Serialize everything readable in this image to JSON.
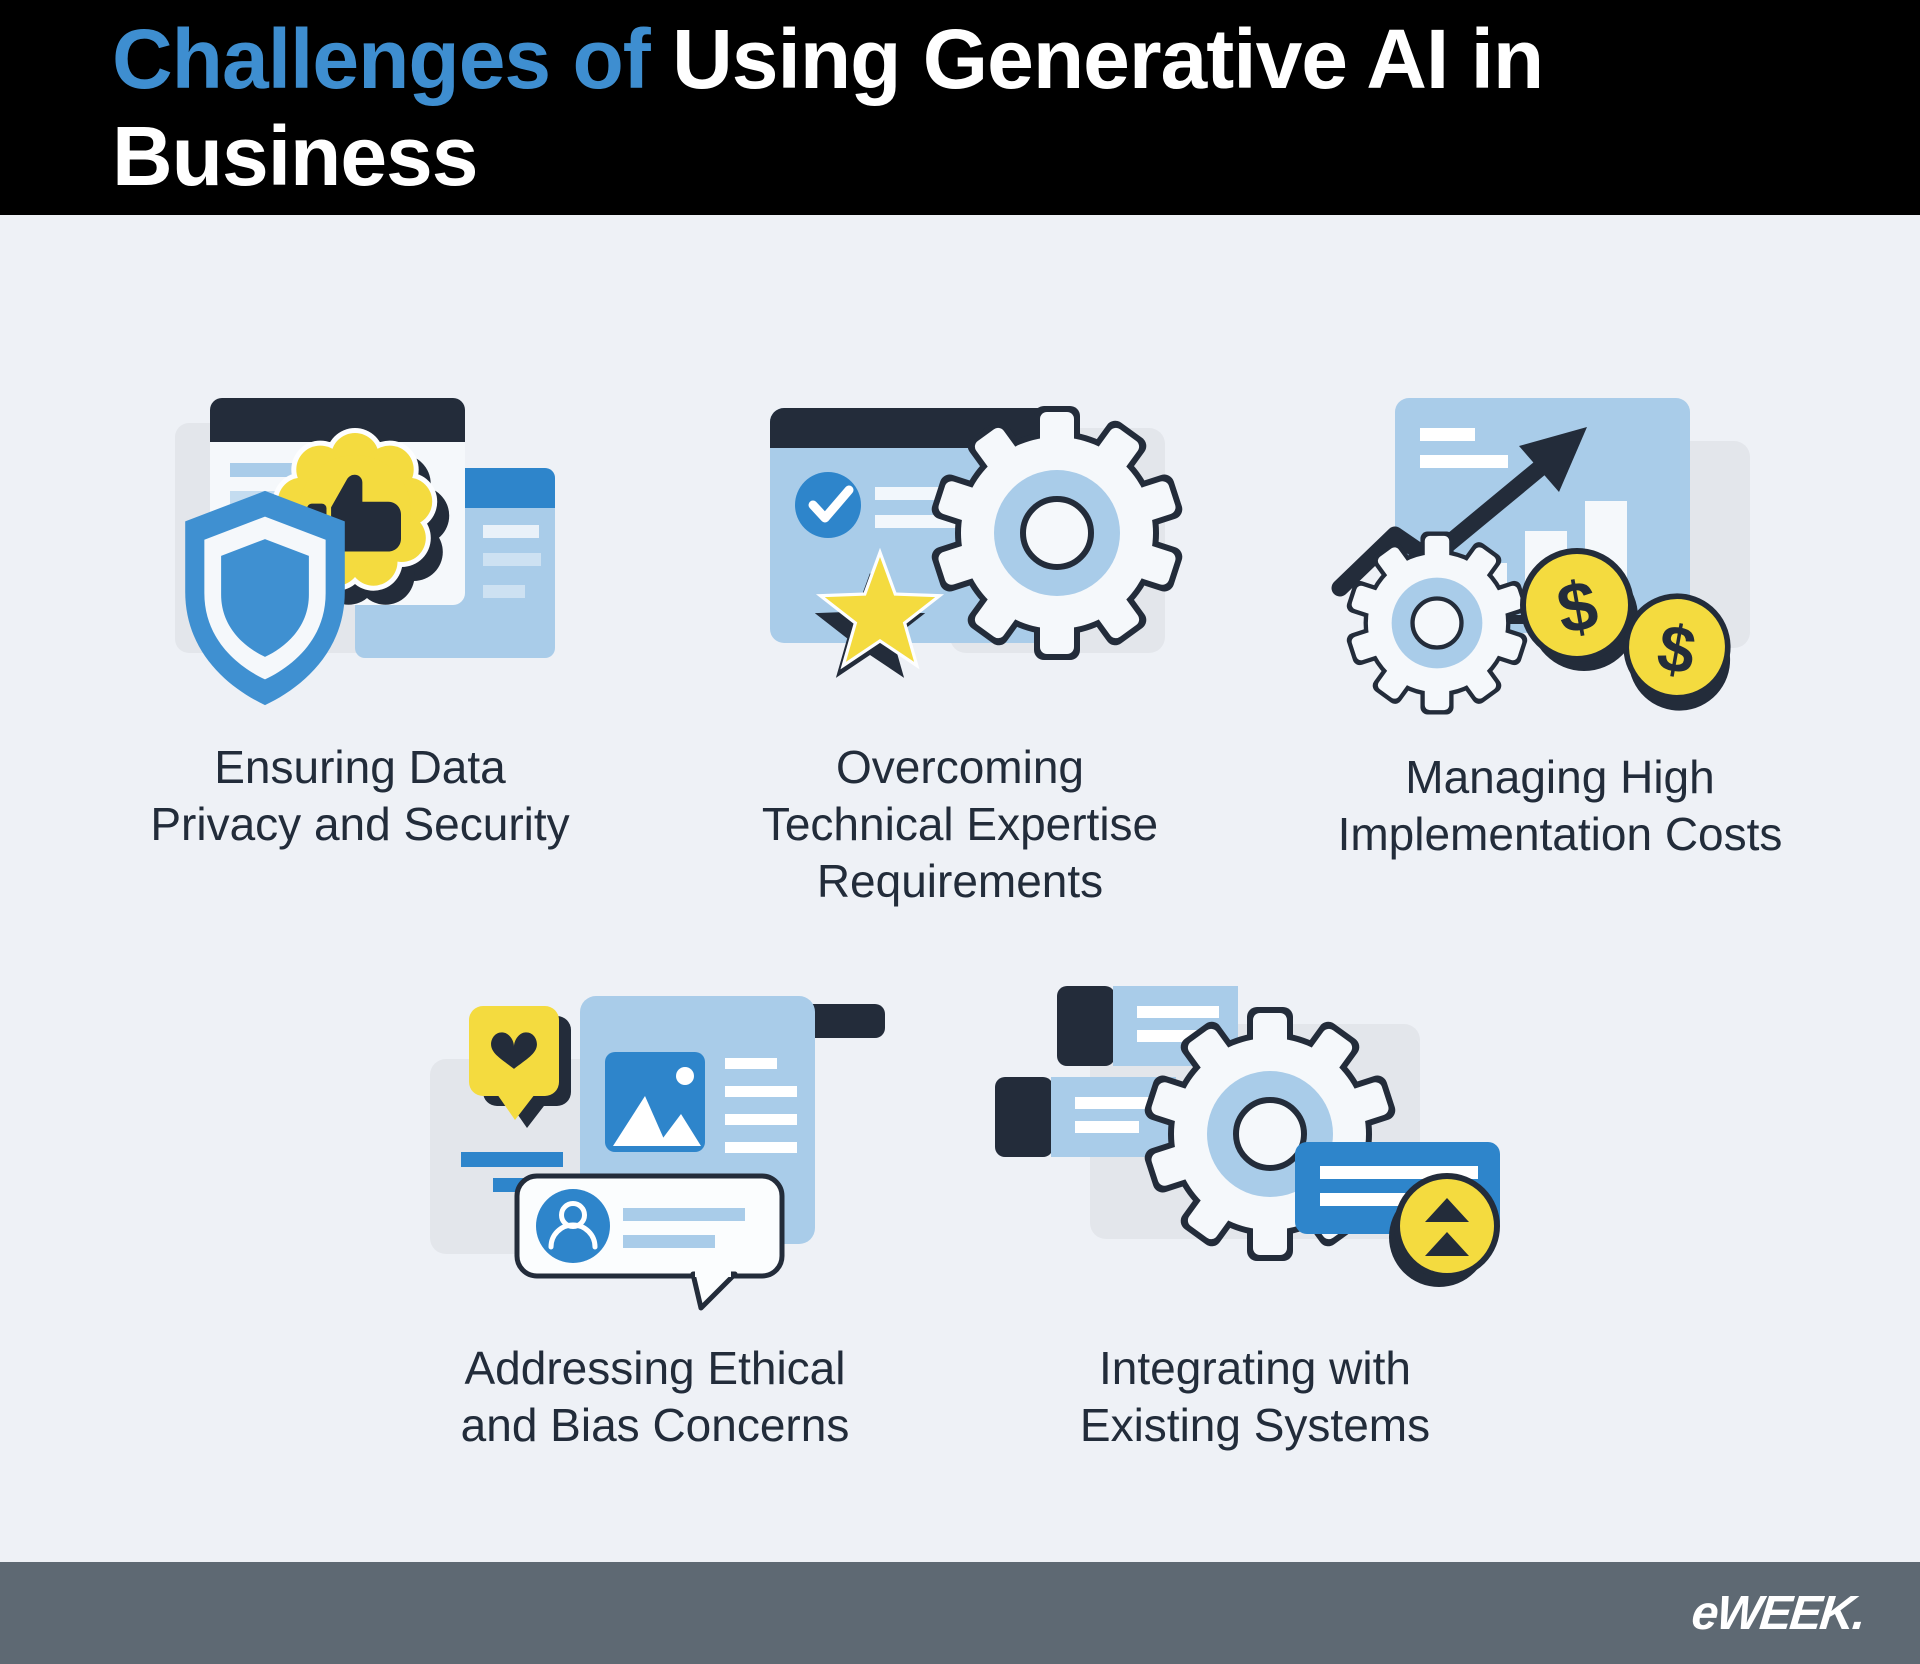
{
  "header": {
    "title_highlight": "Challenges of",
    "title_rest": " Using Generative AI in Business"
  },
  "cards": [
    {
      "id": "data-privacy",
      "icon": "shield-browser-thumbs-up-illustration",
      "lines": [
        "Ensuring Data",
        "Privacy and Security"
      ]
    },
    {
      "id": "technical-expertise",
      "icon": "browser-gear-star-illustration",
      "lines": [
        "Overcoming",
        "Technical Expertise",
        "Requirements"
      ]
    },
    {
      "id": "implementation-costs",
      "icon": "growth-chart-gear-coins-illustration",
      "lines": [
        "Managing High",
        "Implementation Costs"
      ]
    },
    {
      "id": "ethical-bias",
      "icon": "content-card-chat-heart-illustration",
      "lines": [
        "Addressing Ethical",
        "and Bias Concerns"
      ]
    },
    {
      "id": "system-integration",
      "icon": "gear-modules-upgrade-illustration",
      "lines": [
        "Integrating with",
        "Existing Systems"
      ]
    }
  ],
  "icon_glyphs": {
    "dollar": "$"
  },
  "footer": {
    "brand": "eWEEK."
  },
  "colors": {
    "header_background": "#000000",
    "title_highlight": "#3e8ed0",
    "title_rest": "#ffffff",
    "page_background": "#eef1f6",
    "caption_text": "#222c3a",
    "illustration_navy": "#232c3a",
    "illustration_blue": "#2e85cb",
    "illustration_light_blue": "#a9cce9",
    "illustration_yellow": "#f4db3f",
    "illustration_gray": "#e3e6eb",
    "footer_background": "#5e6973",
    "footer_brand": "#ffffff"
  }
}
